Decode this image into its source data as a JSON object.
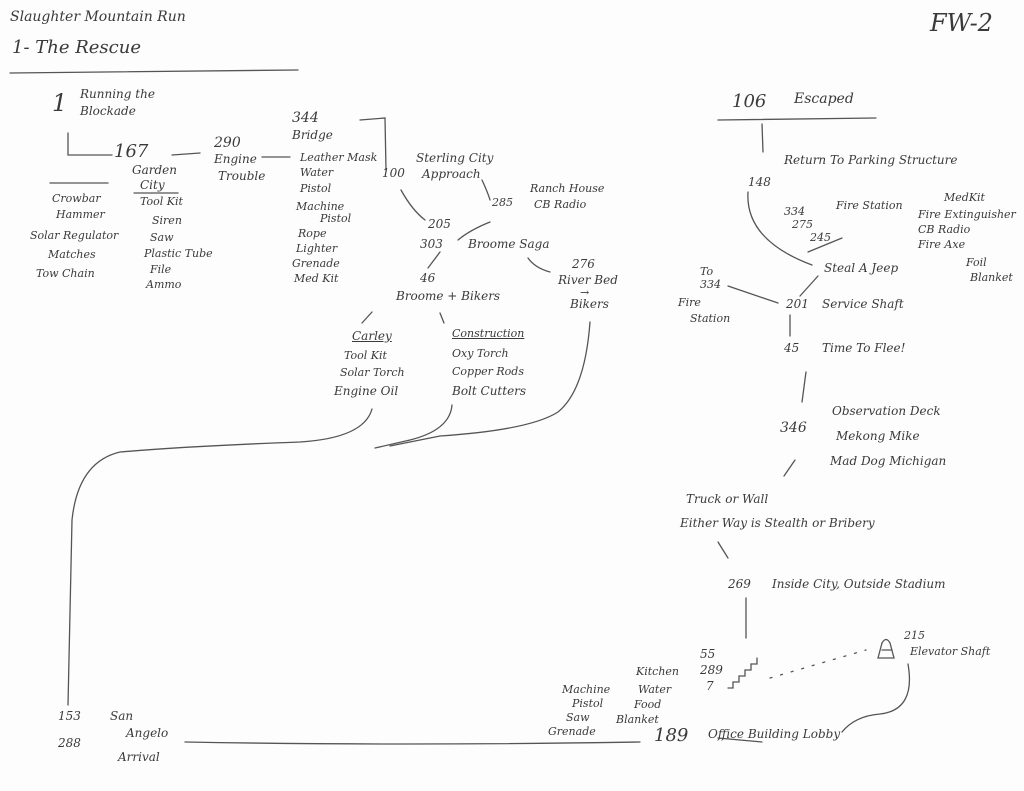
{
  "header": {
    "title": "Slaughter Mountain Run",
    "subtitle": "1- The Rescue",
    "code": "FW-2"
  },
  "nodes": {
    "running_blockade": {
      "number": "1",
      "l1": "Running the",
      "l2": "Blockade"
    },
    "garden_city": {
      "number": "167",
      "l1": "Garden",
      "l2": "City"
    },
    "engine_trouble": {
      "number": "290",
      "l1": "Engine",
      "l2": "Trouble"
    },
    "bridge": {
      "number": "344",
      "label": "Bridge"
    },
    "sterling_approach": {
      "number": "100",
      "l1": "Sterling City",
      "l2": "Approach"
    },
    "ranch_house": {
      "number": "285",
      "l1": "Ranch House",
      "l2": "CB Radio"
    },
    "broome_saga": {
      "n1": "205",
      "n2": "303",
      "label": "Broome Saga"
    },
    "river_bed": {
      "number": "276",
      "l1": "River Bed",
      "arrow": "→",
      "l2": "Bikers"
    },
    "broome_bikers": {
      "number": "46",
      "label": "Broome + Bikers"
    },
    "escaped": {
      "number": "106",
      "label": "Escaped"
    },
    "parking": {
      "number": "148",
      "label": "Return To Parking Structure"
    },
    "fire_station": {
      "numbers": [
        "334",
        "275",
        "245"
      ],
      "label": "Fire Station"
    },
    "steal_jeep": {
      "label": "Steal A Jeep"
    },
    "to_334": {
      "l1": "To",
      "l2": "334",
      "l3": "Fire",
      "l4": "Station"
    },
    "service_shaft": {
      "number": "201",
      "label": "Service Shaft"
    },
    "time_to_flee": {
      "number": "45",
      "label": "Time To Flee!"
    },
    "observation": {
      "number": "346",
      "l1": "Observation Deck",
      "l2": "Mekong Mike",
      "l3": "Mad Dog Michigan"
    },
    "truck_or_wall": {
      "l1": "Truck or Wall",
      "l2": "Either Way is Stealth or Bribery"
    },
    "inside_city": {
      "number": "269",
      "label": "Inside City, Outside Stadium"
    },
    "stairs": {
      "numbers": [
        "55",
        "289",
        "7"
      ]
    },
    "elevator": {
      "number": "215",
      "label": "Elevator Shaft"
    },
    "lobby": {
      "number": "189",
      "label": "Office Building Lobby"
    },
    "san_angelo": {
      "n1": "153",
      "n2": "288",
      "l1": "San",
      "l2": "Angelo",
      "l3": "Arrival"
    }
  },
  "items": {
    "garden_left": [
      "Crowbar",
      "Hammer",
      "Solar Regulator",
      "Matches",
      "Tow Chain"
    ],
    "garden_right": [
      "Tool Kit",
      "Siren",
      "Saw",
      "Plastic Tube",
      "File",
      "Ammo"
    ],
    "bridge": [
      "Leather Mask",
      "Water",
      "Pistol",
      "Machine",
      "Pistol",
      "Rope",
      "Lighter",
      "Grenade",
      "Med Kit"
    ],
    "fire_station": [
      "MedKit",
      "Fire Extinguisher",
      "CB Radio",
      "Fire Axe",
      "Foil",
      "Blanket"
    ],
    "lobby_left": [
      "Machine",
      "Pistol",
      "Saw",
      "Grenade"
    ],
    "lobby_right": [
      "Kitchen",
      "Water",
      "Food",
      "Blanket"
    ]
  },
  "groups": {
    "carley": {
      "title": "Carley",
      "items": [
        "Tool Kit",
        "Solar Torch",
        "Engine Oil"
      ]
    },
    "construction": {
      "title": "Construction",
      "items": [
        "Oxy Torch",
        "Copper Rods",
        "Bolt Cutters"
      ]
    }
  },
  "icons": {
    "stairs": "stairs-icon",
    "elevator": "elevator-icon",
    "trail": "dotted-trail"
  },
  "colors": {
    "pencil": "#3a3a3a",
    "line": "#555555",
    "paper": "#fdfdfd"
  }
}
